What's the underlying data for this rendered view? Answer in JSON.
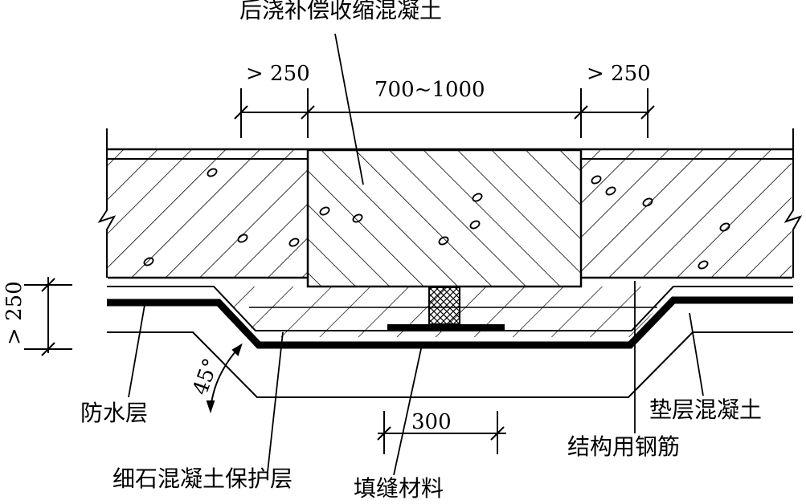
{
  "labels": {
    "post_pour": "后浇补偿收缩混凝土",
    "waterproof": "防水层",
    "protective": "细石混凝土保护层",
    "filler": "填缝材料",
    "cushion": "垫层混凝土",
    "rebar": "结构用钢筋"
  },
  "dimensions": {
    "left_gap": "> 250",
    "width": "700~1000",
    "right_gap": "> 250",
    "vertical": "> 250",
    "filler_width": "300",
    "angle": "45°"
  },
  "colors": {
    "line": "#000000",
    "background": "#ffffff"
  }
}
